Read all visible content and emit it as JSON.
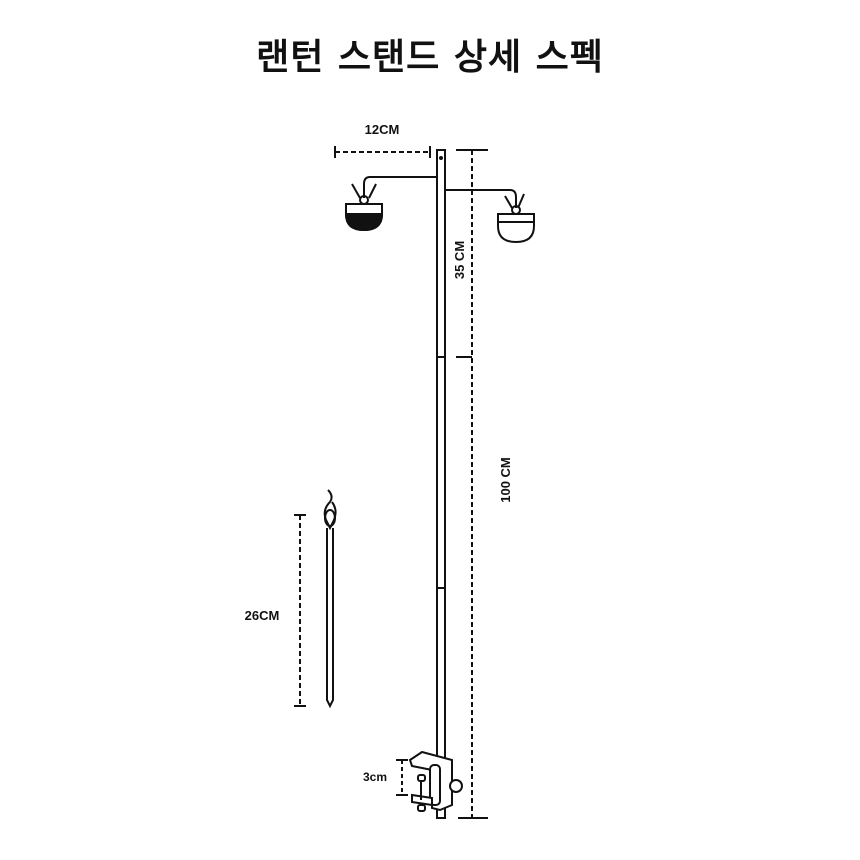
{
  "title": "랜턴 스탠드 상세 스펙",
  "dimensions": {
    "arm_width": "12CM",
    "top_section": "35 CM",
    "pole_length": "100 CM",
    "stake_length": "26CM",
    "clamp_opening": "3cm"
  }
}
